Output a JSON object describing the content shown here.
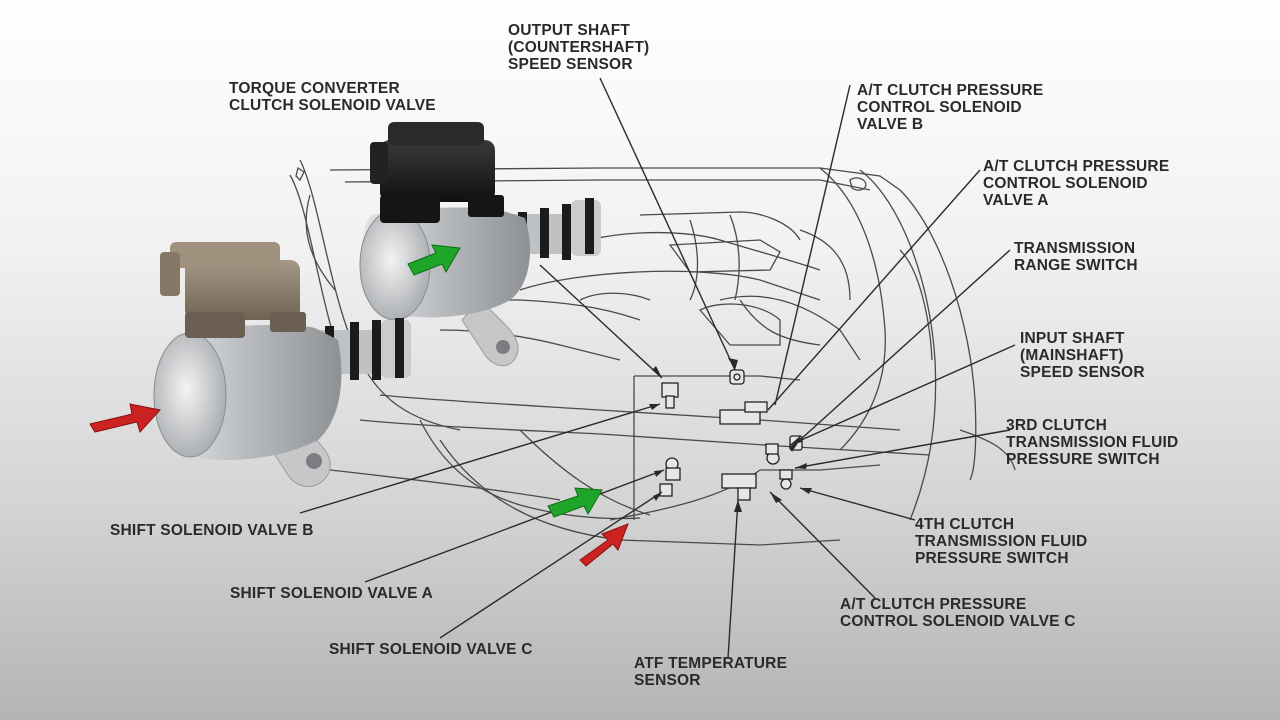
{
  "labels": {
    "output_shaft": "OUTPUT SHAFT\n(COUNTERSHAFT)\nSPEED SENSOR",
    "torque_converter": "TORQUE CONVERTER\nCLUTCH SOLENOID VALVE",
    "at_clutch_b": "A/T CLUTCH PRESSURE\nCONTROL SOLENOID\nVALVE B",
    "at_clutch_a": "A/T CLUTCH PRESSURE\nCONTROL SOLENOID\nVALVE A",
    "trans_range": "TRANSMISSION\nRANGE SWITCH",
    "input_shaft": "INPUT SHAFT\n(MAINSHAFT)\nSPEED SENSOR",
    "third_clutch": "3RD CLUTCH\nTRANSMISSION FLUID\nPRESSURE SWITCH",
    "fourth_clutch": "4TH CLUTCH\nTRANSMISSION FLUID\nPRESSURE SWITCH",
    "at_clutch_c": "A/T CLUTCH PRESSURE\nCONTROL SOLENOID VALVE C",
    "atf_temp": "ATF TEMPERATURE\nSENSOR",
    "shift_b": "SHIFT SOLENOID VALVE B",
    "shift_a": "SHIFT SOLENOID VALVE A",
    "shift_c": "SHIFT SOLENOID VALVE C"
  },
  "colors": {
    "arrow_green": "#1fa52a",
    "arrow_red": "#cc2222",
    "line": "#333333",
    "solenoid_body": "#b9bcbf",
    "connector_black": "#1e1e1e",
    "connector_tan": "#8f8170"
  }
}
